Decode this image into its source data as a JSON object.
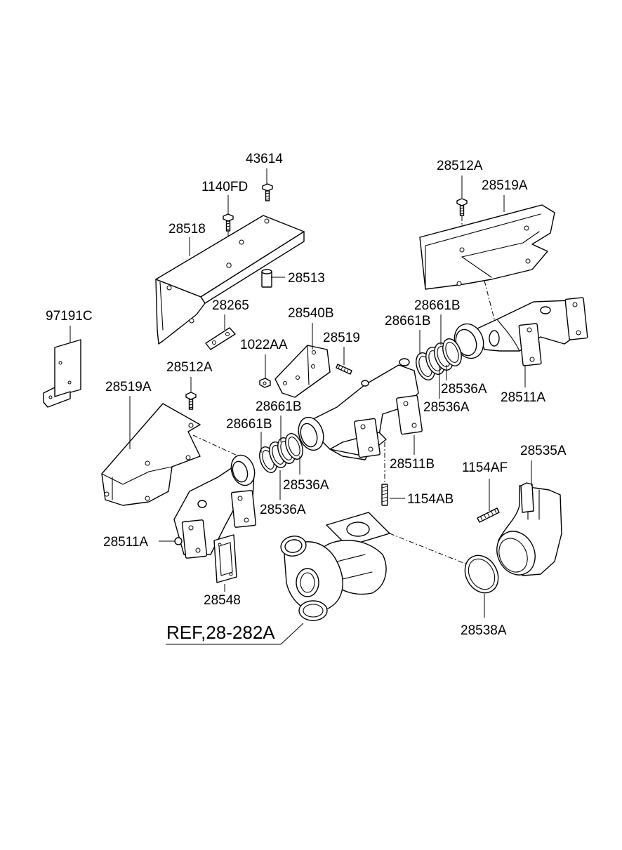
{
  "labels": {
    "l43614": "43614",
    "l1140FD": "1140FD",
    "l28518": "28518",
    "l28513": "28513",
    "l28265": "28265",
    "l97191C": "97191C",
    "l28512A_top": "28512A",
    "l28519A_top": "28519A",
    "l28540B": "28540B",
    "l28519": "28519",
    "l1022AA": "1022AA",
    "l28661B_r1": "28661B",
    "l28661B_r2": "28661B",
    "l28536A_r1": "28536A",
    "l28536A_r2": "28536A",
    "l28511A_right": "28511A",
    "l28512A_left": "28512A",
    "l28519A_left": "28519A",
    "l28661B_l1": "28661B",
    "l28661B_l2": "28661B",
    "l28536A_l1": "28536A",
    "l28536A_l2": "28536A",
    "l28511B": "28511B",
    "l1154AF": "1154AF",
    "l28535A": "28535A",
    "l1154AB": "1154AB",
    "l28511A_left": "28511A",
    "l28548": "28548",
    "l28538A": "28538A",
    "ref": "REF,28-282A"
  }
}
